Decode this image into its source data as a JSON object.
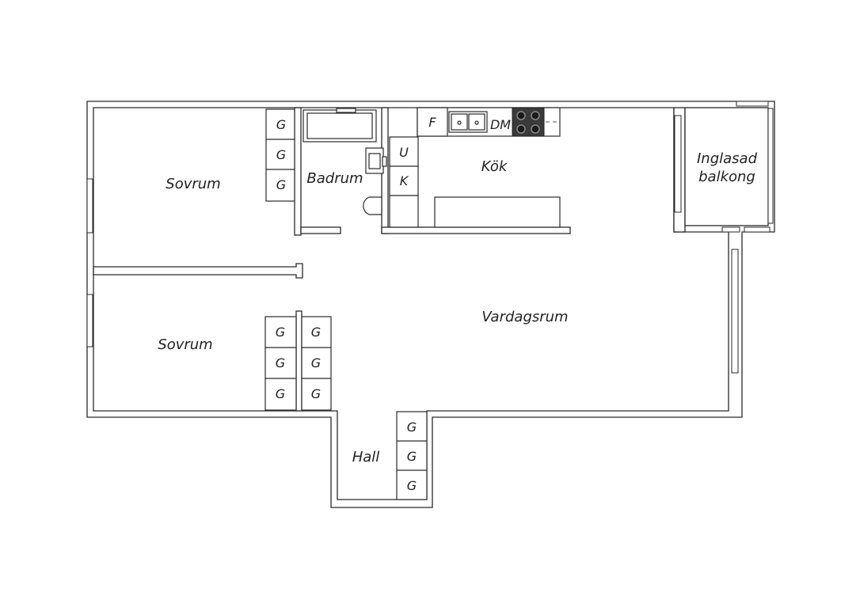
{
  "rooms": {
    "sovrum_1": "Sovrum",
    "sovrum_2": "Sovrum",
    "badrum": "Badrum",
    "kok": "Kök",
    "balkong_line1": "Inglasad",
    "balkong_line2": "balkong",
    "vardagsrum": "Vardagsrum",
    "hall": "Hall"
  },
  "fixtures": {
    "garderob": "G",
    "frys": "F",
    "diskmaskin": "DM",
    "ugn": "U",
    "kyl": "K"
  },
  "colors": {
    "walls": "#2a2a2a",
    "background": "#ffffff",
    "stove": "#3a3a3a"
  }
}
